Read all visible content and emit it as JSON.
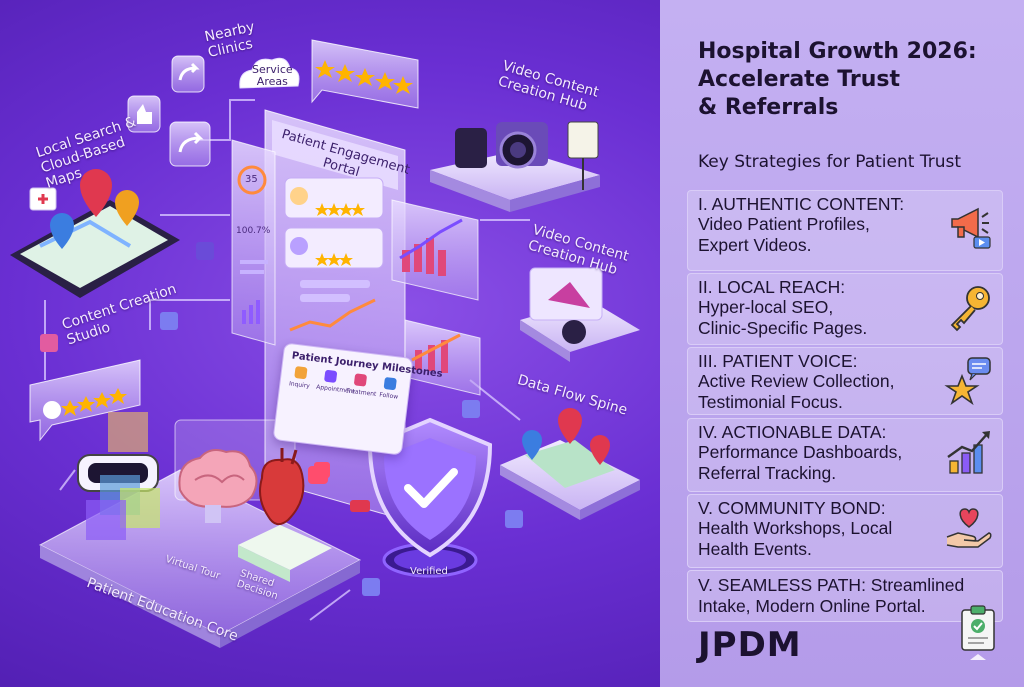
{
  "illustration": {
    "labels": {
      "nearby_clinics": "Nearby\nClinics",
      "service_areas": "Service\nAreas",
      "local_search": "Local Search &\nCloud-Based\nMaps",
      "video_hub_top": "Video Content\nCreation Hub",
      "portal": "Patient Engagement\nPortal",
      "video_hub_mid": "Video Content\nCreation Hub",
      "content_studio": "Content Creation\nStudio",
      "data_flow": "Data Flow Spine",
      "milestones_title": "Patient Journey Milestones",
      "steps": [
        "Inquiry",
        "Appointment",
        "Treatment",
        "Follow"
      ],
      "virtual_tour": "Virtual Tour",
      "shared_decision": "Shared\nDecision",
      "education_core": "Patient Education Core",
      "verified": "Verified",
      "stat_35": "35",
      "stat_pct": "100.7%"
    }
  },
  "panel": {
    "title": "Hospital Growth 2026:\nAccelerate Trust\n& Referrals",
    "subtitle": "Key Strategies for Patient Trust",
    "cards": [
      {
        "name": "I. AUTHENTIC CONTENT:",
        "desc": "Video Patient Profiles,\nExpert Videos.",
        "icon": "megaphone-icon"
      },
      {
        "name": "II. LOCAL REACH:",
        "desc": "Hyper-local SEO,\nClinic-Specific Pages.",
        "icon": "key-icon"
      },
      {
        "name": "III. PATIENT VOICE:",
        "desc": "Active Review Collection,\nTestimonial Focus.",
        "icon": "star-chat-icon"
      },
      {
        "name": "IV. ACTIONABLE DATA:",
        "desc": "Performance Dashboards,\nReferral Tracking.",
        "icon": "bar-chart-icon"
      },
      {
        "name": "V. COMMUNITY BOND:",
        "desc": "Health Workshops, Local\nHealth Events.",
        "icon": "heart-hand-icon"
      },
      {
        "name": "V. SEAMLESS PATH:",
        "desc": "V. SEAMLESS PATH: Streamlined\nIntake, Modern Online Portal.",
        "icon": "clipboard-icon"
      }
    ],
    "brand": "JPDM"
  },
  "colors": {
    "accent": "#6a2fd3",
    "panel_bg": "#c4b0f2",
    "text": "#1c1230"
  }
}
